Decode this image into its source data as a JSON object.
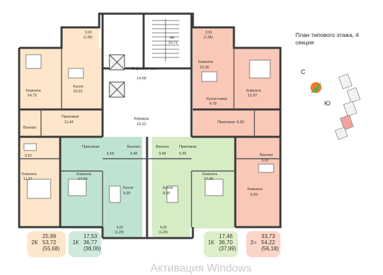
{
  "title": "План типового этажа, 4 секция",
  "compass": {
    "north": "С",
    "south": "Ю"
  },
  "rooms": {
    "lk": {
      "name": "ЛК",
      "area": "15,71"
    },
    "lift_hall": {
      "name": "Лифтовой холл",
      "area": "14,68"
    },
    "corridor": {
      "name": "Коридор",
      "area": "10,22"
    },
    "balcony_tl": {
      "area": "3,93",
      "area2": "(1,96)"
    },
    "balcony_tr": {
      "area": "3,93",
      "area2": "(1,96)"
    },
    "room_tl": {
      "name": "Комната",
      "area": "14,72"
    },
    "kitchen_tl": {
      "name": "Кухня",
      "area": "10,91"
    },
    "hall_tl": {
      "name": "Прихожая",
      "area": "11,44"
    },
    "bath_tl": {
      "name": "Ванная",
      "area": "3,51"
    },
    "room_bl": {
      "name": "Комната",
      "area": "11,27"
    },
    "room_tr1": {
      "name": "Комната",
      "area": "13,36"
    },
    "room_tr2": {
      "name": "Комната",
      "area": "12,97"
    },
    "kitchen_tr": {
      "name": "Кухня-ниша",
      "area": "4,79"
    },
    "hall_tr": {
      "name": "Прихожая",
      "area": "8,50"
    },
    "bath_tr": {
      "name": "Ванная",
      "area": "3,03"
    },
    "room_br": {
      "name": "Комната",
      "area": "9,60"
    },
    "hall_cl": {
      "name": "Прихожая",
      "area": "5,66"
    },
    "bath_cl": {
      "name": "Ванная",
      "area": "3,48"
    },
    "bath_cr": {
      "name": "Ванная",
      "area": "3,48"
    },
    "hall_cr": {
      "name": "Прихожая",
      "area": "5,66"
    },
    "room_cl": {
      "name": "Комната",
      "area": "17,53"
    },
    "kitchen_cl": {
      "name": "Кухня",
      "area": "9,90"
    },
    "kitchen_cr": {
      "name": "Кухня",
      "area": "9,90"
    },
    "room_cr": {
      "name": "Комната",
      "area": "17,46"
    },
    "balcony_bl": {
      "area": "4,29",
      "area2": "(1,29)"
    },
    "balcony_br": {
      "area": "4,29",
      "area2": "(1,29)"
    }
  },
  "apartments": [
    {
      "type": "2К",
      "line1": "25,99",
      "line2": "53,72",
      "line3": "(55,68)",
      "color": "#fde6c9"
    },
    {
      "type": "1К",
      "line1": "17,53",
      "line2": "36,77",
      "line3": "(38,06)",
      "color": "#cfeadc"
    },
    {
      "type": "1К",
      "line1": "17,46",
      "line2": "36,70",
      "line3": "(37,99)",
      "color": "#dcefc9"
    },
    {
      "type": "2=",
      "line1": "33,73",
      "line2": "54,22",
      "line3": "(56,18)",
      "color": "#fbd5c8"
    }
  ],
  "watermark": "Активация Windows",
  "colors": {
    "orange": "#fde6c9",
    "salmon": "#f9c8b6",
    "teal": "#bfe3d2",
    "green": "#d5ecc4",
    "wall": "#3a3a3a"
  }
}
